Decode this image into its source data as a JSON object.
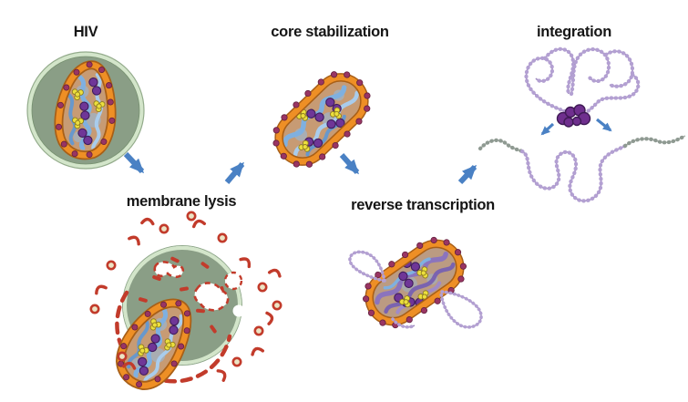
{
  "figure": {
    "stages": [
      {
        "id": "hiv",
        "label": "HIV"
      },
      {
        "id": "membrane-lysis",
        "label": "membrane lysis"
      },
      {
        "id": "core-stabilization",
        "label": "core stabilization"
      },
      {
        "id": "reverse-transcription",
        "label": "reverse transcription"
      },
      {
        "id": "integration",
        "label": "integration"
      }
    ],
    "flow": [
      {
        "from": "HIV",
        "to": "membrane lysis"
      },
      {
        "from": "membrane lysis",
        "to": "core stabilization"
      },
      {
        "from": "core stabilization",
        "to": "reverse transcription"
      },
      {
        "from": "reverse transcription",
        "to": "integration"
      },
      {
        "from": "integrase complex",
        "to": "host DNA left junction"
      },
      {
        "from": "integrase complex",
        "to": "host DNA right junction"
      }
    ],
    "colors": {
      "arrow": "#4a81c4",
      "membrane_fill": "#8a9e86",
      "membrane_ring": "#d3e5ca",
      "capsid_ring": "#ee8f25",
      "capsid_ring_edge": "#a85f17",
      "capsid_interior": "#c79b74",
      "capsid_dot": "#993563",
      "rna_blue": "#7fb0e0",
      "protein_purple": "#6f3697",
      "protein_yellow": "#ecdf3d",
      "fragment_red": "#c23b2b",
      "viral_dna": "#b3a0d2",
      "host_dna": "#8f9a92",
      "integrase": "#6f2f8e",
      "label_text": "#151515"
    }
  }
}
